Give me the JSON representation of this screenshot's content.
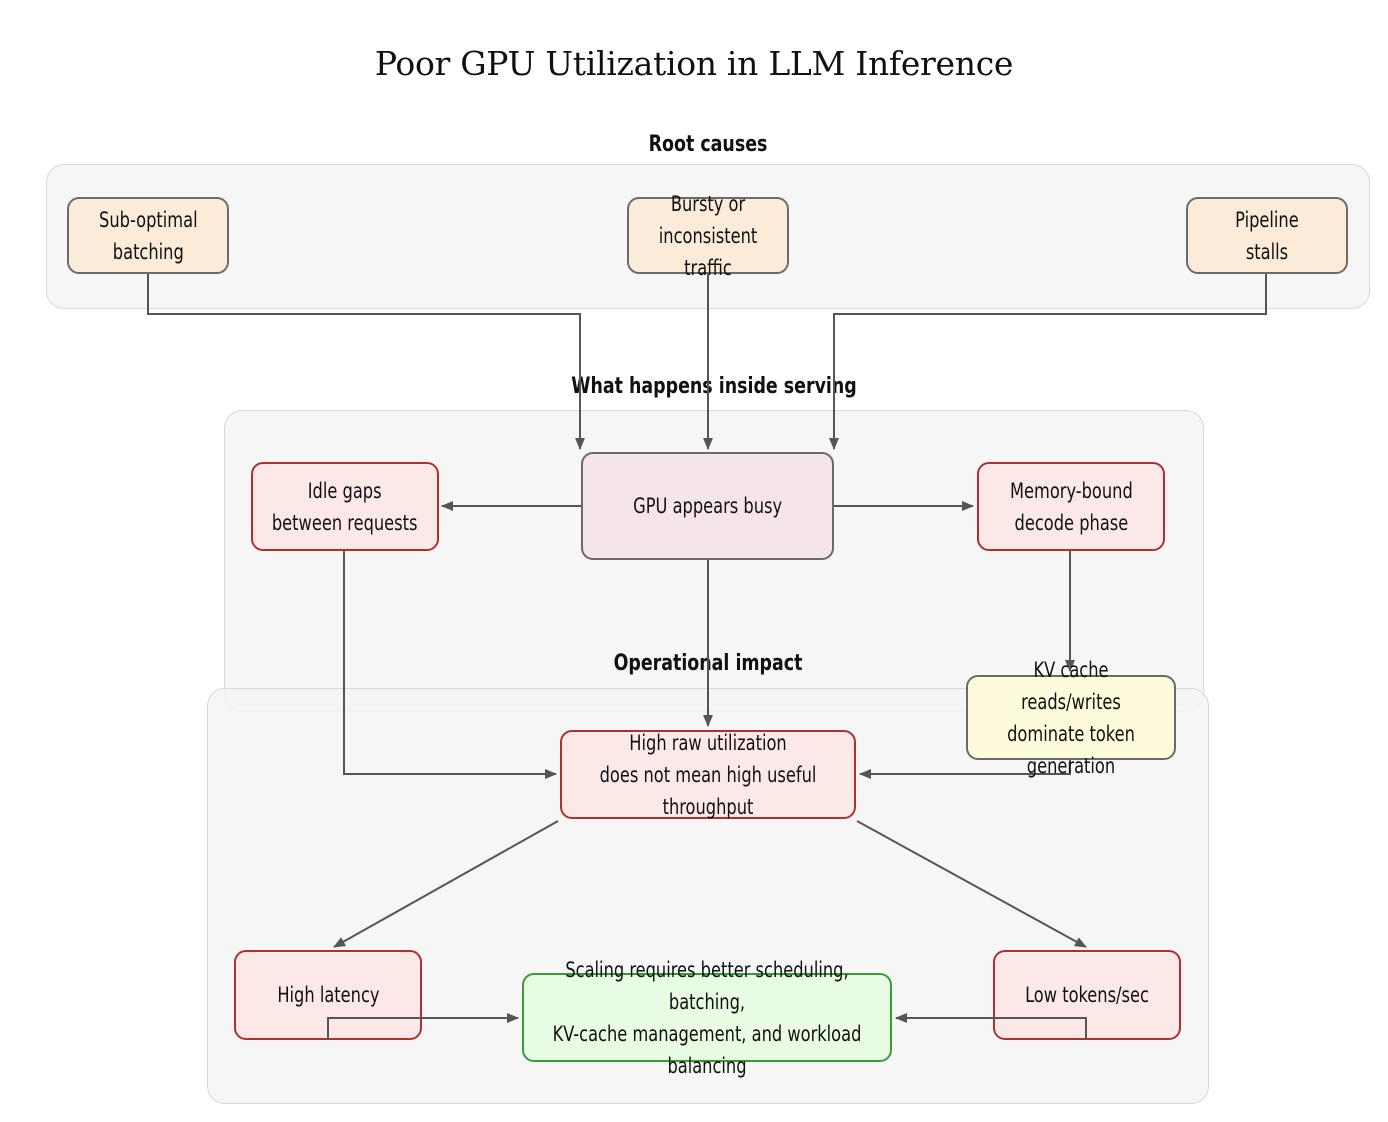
{
  "title": "Poor GPU Utilization in LLM Inference",
  "sections": {
    "root_causes": "Root causes",
    "inside_serving": "What happens inside serving",
    "operational_impact": "Operational impact"
  },
  "nodes": {
    "suboptimal_batching": "Sub-optimal\nbatching",
    "bursty_traffic": "Bursty or\ninconsistent traffic",
    "pipeline_stalls": "Pipeline\nstalls",
    "idle_gaps": "Idle gaps\nbetween requests",
    "gpu_busy": "GPU appears busy",
    "memory_bound": "Memory-bound\ndecode phase",
    "kv_cache": "KV cache reads/writes\ndominate token generation",
    "high_raw_util": "High raw utilization\ndoes not mean high useful throughput",
    "high_latency": "High latency",
    "low_tokens": "Low tokens/sec",
    "scaling": "Scaling requires better scheduling, batching,\nKV-cache management, and workload balancing"
  },
  "colors": {
    "cause_fill": "#fdebd9",
    "busy_fill": "#f5e4ec",
    "problem_fill": "#fde8e8",
    "problem_border": "#b03030",
    "kv_fill": "#fdfbdc",
    "solution_fill": "#e8fbe3",
    "solution_border": "#3a9a3a",
    "edge": "#555555"
  }
}
